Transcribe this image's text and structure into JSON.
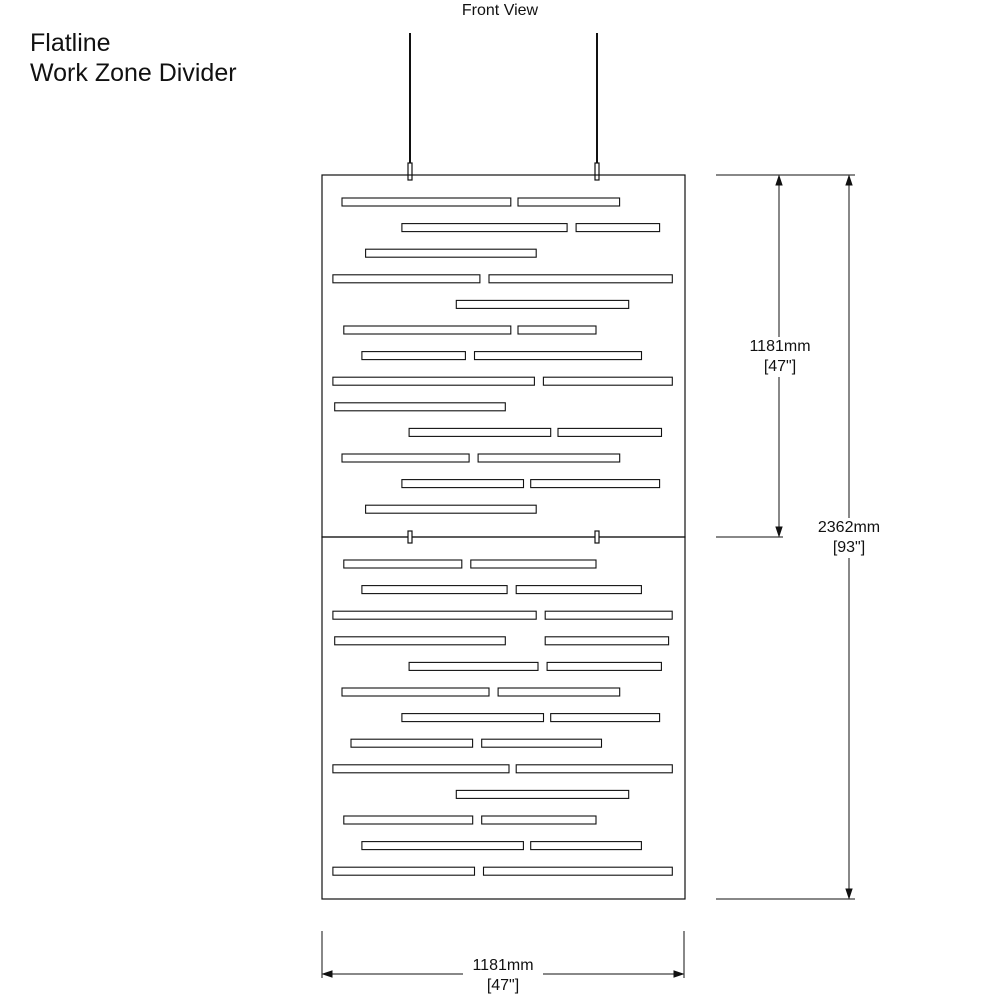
{
  "title": {
    "line1": "Flatline",
    "line2": "Work Zone Divider"
  },
  "view_label": "Front View",
  "dimensions": {
    "half_height": {
      "mm": "1181mm",
      "inches": "[47\"]"
    },
    "total_height": {
      "mm": "2362mm",
      "inches": "[93\"]"
    },
    "width": {
      "mm": "1181mm",
      "inches": "[47\"]"
    }
  },
  "panels": [
    {
      "rows": [
        [
          [
            0.055,
            0.52
          ],
          [
            0.54,
            0.82
          ]
        ],
        [
          [
            0.22,
            0.675
          ],
          [
            0.7,
            0.93
          ]
        ],
        [
          [
            0.12,
            0.59
          ]
        ],
        [
          [
            0.03,
            0.435
          ],
          [
            0.46,
            0.965
          ]
        ],
        [
          [
            0.37,
            0.845
          ]
        ],
        [
          [
            0.06,
            0.52
          ],
          [
            0.54,
            0.755
          ]
        ],
        [
          [
            0.11,
            0.395
          ],
          [
            0.42,
            0.88
          ]
        ],
        [
          [
            0.03,
            0.585
          ],
          [
            0.61,
            0.965
          ]
        ],
        [
          [
            0.035,
            0.505
          ]
        ],
        [
          [
            0.24,
            0.63
          ],
          [
            0.65,
            0.935
          ]
        ],
        [
          [
            0.055,
            0.405
          ],
          [
            0.43,
            0.82
          ]
        ],
        [
          [
            0.22,
            0.555
          ],
          [
            0.575,
            0.93
          ]
        ],
        [
          [
            0.12,
            0.59
          ]
        ]
      ]
    },
    {
      "rows": [
        [
          [
            0.06,
            0.385
          ],
          [
            0.41,
            0.755
          ]
        ],
        [
          [
            0.11,
            0.51
          ],
          [
            0.535,
            0.88
          ]
        ],
        [
          [
            0.03,
            0.59
          ],
          [
            0.615,
            0.965
          ]
        ],
        [
          [
            0.035,
            0.505
          ],
          [
            0.615,
            0.955
          ]
        ],
        [
          [
            0.24,
            0.595
          ],
          [
            0.62,
            0.935
          ]
        ],
        [
          [
            0.055,
            0.46
          ],
          [
            0.485,
            0.82
          ]
        ],
        [
          [
            0.22,
            0.61
          ],
          [
            0.63,
            0.93
          ]
        ],
        [
          [
            0.08,
            0.415
          ],
          [
            0.44,
            0.77
          ]
        ],
        [
          [
            0.03,
            0.515
          ],
          [
            0.535,
            0.965
          ]
        ],
        [
          [
            0.37,
            0.845
          ]
        ],
        [
          [
            0.06,
            0.415
          ],
          [
            0.44,
            0.755
          ]
        ],
        [
          [
            0.11,
            0.555
          ],
          [
            0.575,
            0.88
          ]
        ],
        [
          [
            0.03,
            0.42
          ],
          [
            0.445,
            0.965
          ]
        ]
      ]
    }
  ],
  "colors": {
    "line": "#111111",
    "background": "#ffffff"
  },
  "icons": [
    "hanging-cable-icon",
    "connector-clip-icon",
    "dimension-arrow-icon"
  ]
}
